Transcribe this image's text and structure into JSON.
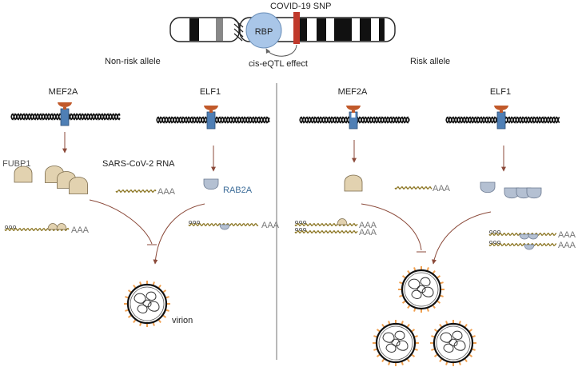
{
  "chromosome": {
    "snp_label": "COVID-19 SNP",
    "rbp_label": "RBP",
    "eqtl_label": "cis-eQTL effect"
  },
  "panels": {
    "left_title": "Non-risk allele",
    "right_title": "Risk allele"
  },
  "genes": {
    "mef2a": "MEF2A",
    "elf1": "ELF1"
  },
  "labels": {
    "fubp1": "FUBP1",
    "sars_rna": "SARS-CoV-2 RNA",
    "rab2a": "RAB2A",
    "polya": "AAA",
    "virion": "virion"
  },
  "colors": {
    "rbp_circle": "#a9c6e8",
    "snp_marker": "#c0392b",
    "promoter_box": "#4f7fb5",
    "tf_cap": "#c1592a",
    "fubp1_protein": "#e2d2b0",
    "rab2a_protein": "#b4c0d2",
    "arrow": "#8b4a3a",
    "rna_strand": "#8a7420",
    "virion_spike": "#f0a050",
    "rab2a_text": "#3d6d99"
  }
}
